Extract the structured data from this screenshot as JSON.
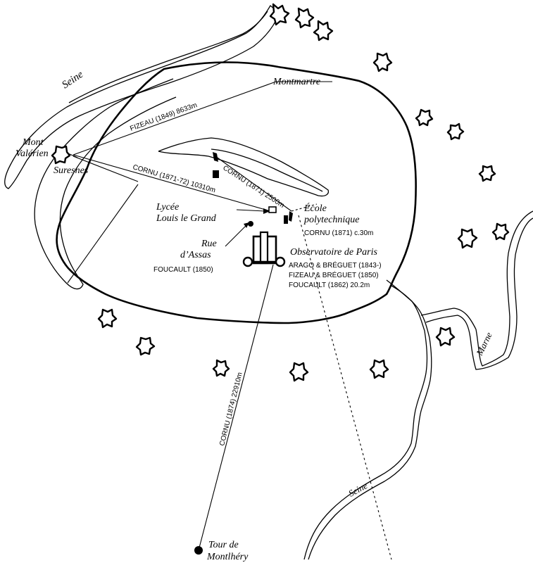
{
  "places": {
    "seine_north": "Seine",
    "seine_south": "Seine",
    "marne": "Marne",
    "montmartre": "Montmartre",
    "mont_valerien_1": "Mont",
    "mont_valerien_2": "Valérien",
    "suresnes": "Suresnes",
    "lycee_1": "Lycée",
    "lycee_2": "Louis le Grand",
    "rue_1": "Rue",
    "rue_2": "d’Assas",
    "ecole_1": "École",
    "ecole_2": "polytechnique",
    "observatoire": "Observatoire de Paris",
    "tour_1": "Tour de",
    "tour_2": "Montlhéry"
  },
  "measurements": {
    "fizeau_1849": "FIZEAU (1849) 8633m",
    "cornu_1871_72": "CORNU (1871-72) 10310m",
    "cornu_1871_2500": "CORNU (1871) 2500m",
    "cornu_1871_30": "CORNU (1871) c.30m",
    "foucault_1850": "FOUCAULT (1850)",
    "arago_breguet": "ARAGO & BRÉGUET (1843-)",
    "fizeau_breguet": "FIZEAU & BRÉGUET (1850)",
    "foucault_1862": "FOUCAULT (1862) 20.2m",
    "cornu_1874": "CORNU (1874) 22910m"
  },
  "icons": {
    "forts": "fort-icon",
    "observatory": "observatory-icon",
    "tower": "tower-icon",
    "site_marker": "site-marker-icon"
  },
  "colors": {
    "ink": "#000000",
    "paper": "#ffffff"
  }
}
